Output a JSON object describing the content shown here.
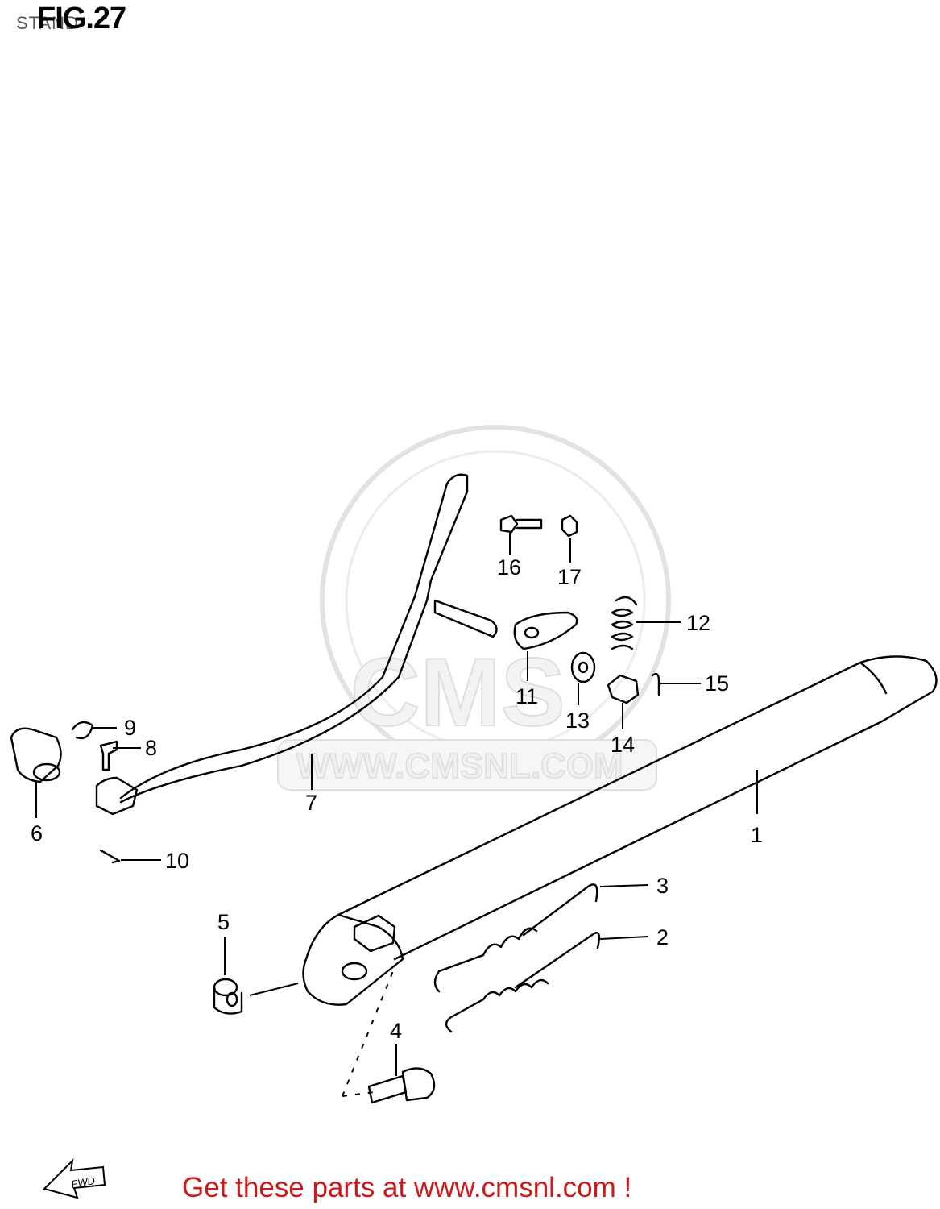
{
  "header": {
    "title": "FIG.27",
    "subtitle": "STAND"
  },
  "watermark": {
    "site": "WWW.CMSNL.COM",
    "logo_text": "CMS"
  },
  "callouts": [
    "1",
    "2",
    "3",
    "4",
    "5",
    "6",
    "7",
    "8",
    "9",
    "10",
    "11",
    "12",
    "13",
    "14",
    "15",
    "16",
    "17"
  ],
  "fwd_label": "FWD",
  "footer": {
    "text": "Get these parts at www.cmsnl.com !"
  },
  "colors": {
    "footer": "#d01818",
    "ink": "#000000",
    "watermark": "#dcdcdc"
  }
}
